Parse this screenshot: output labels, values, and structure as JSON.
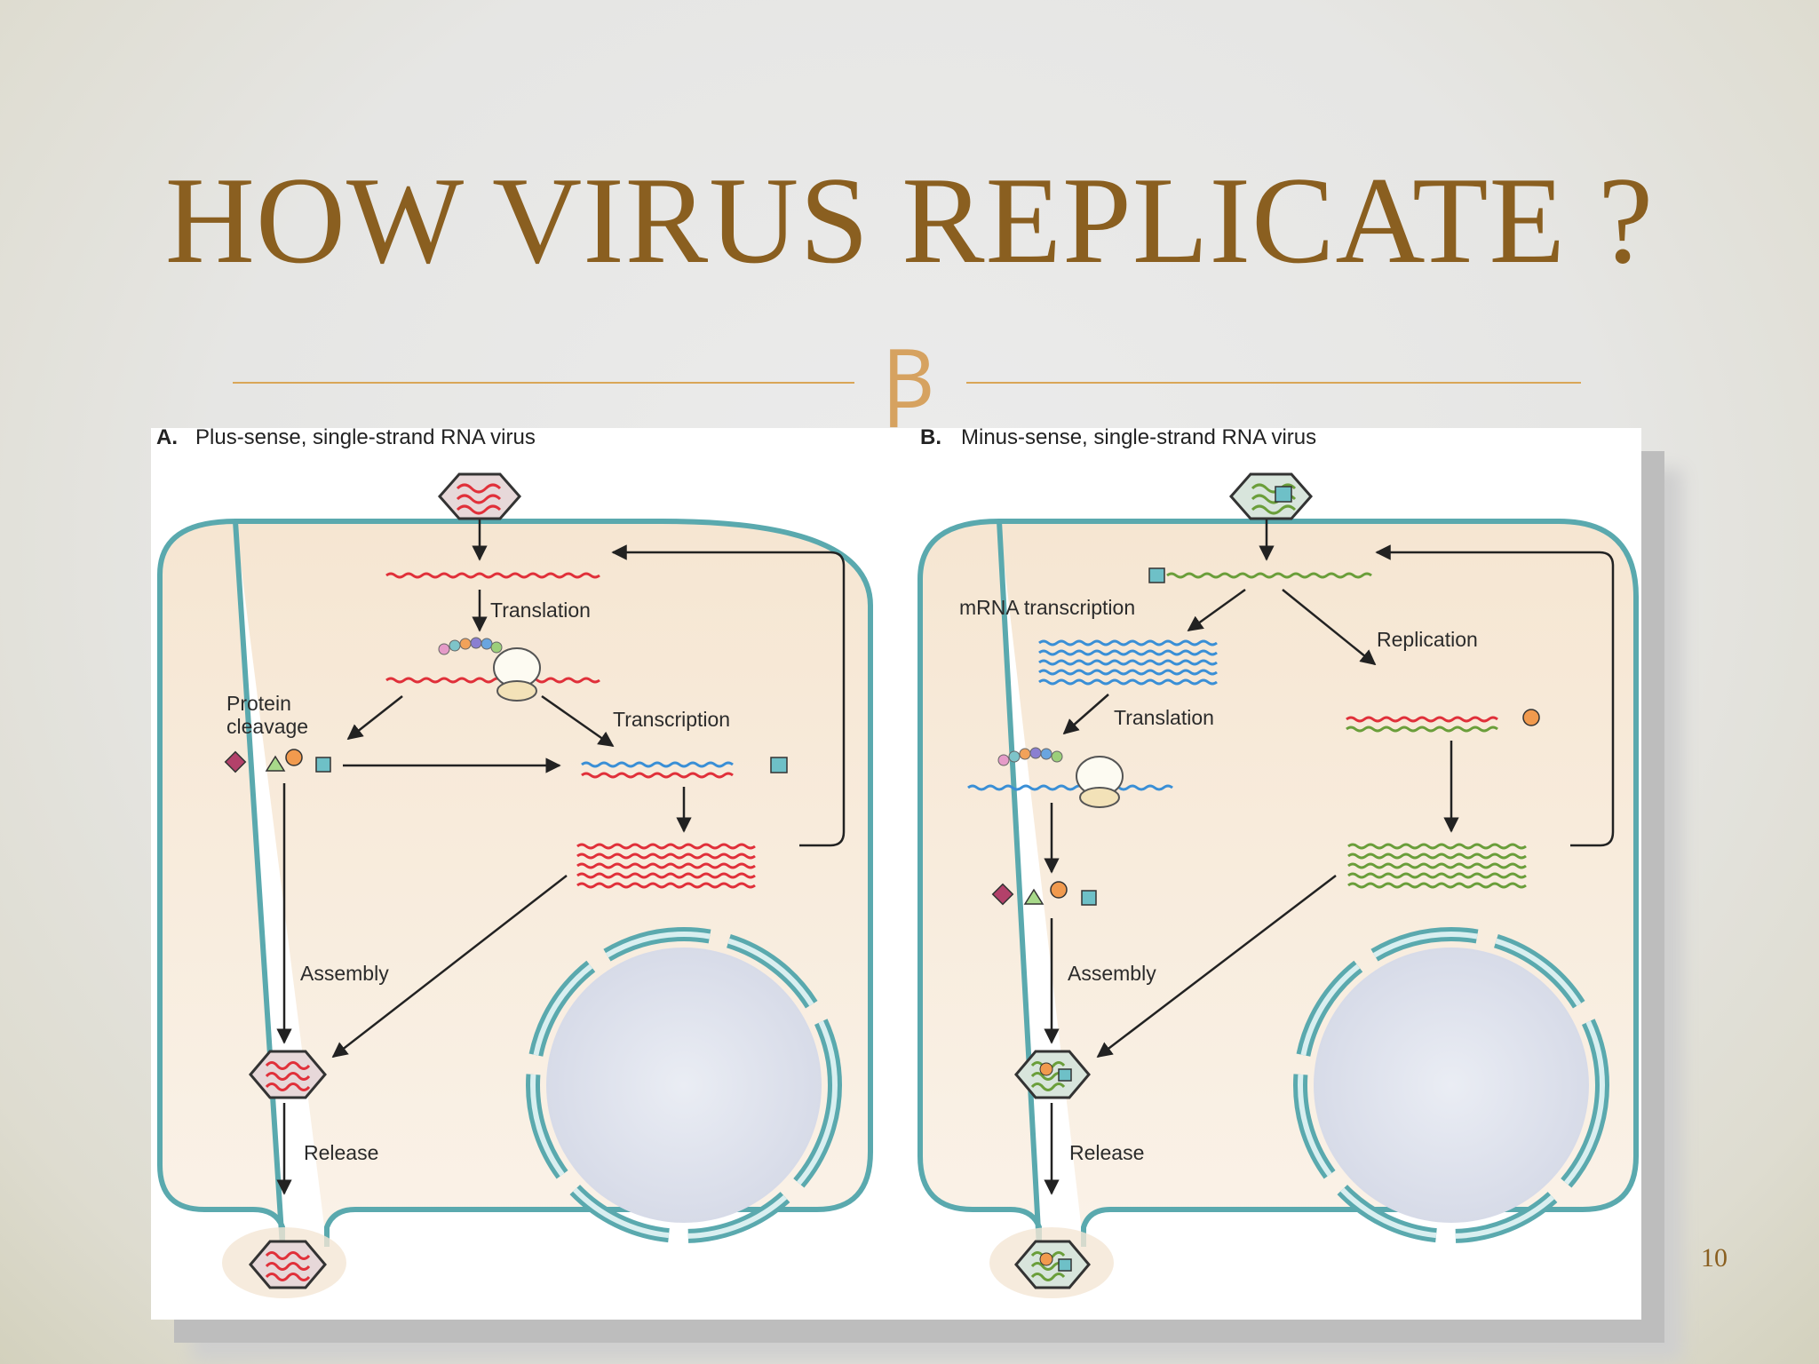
{
  "slide": {
    "title": "HOW VIRUS REPLICATE ?",
    "ornament": "Ꞵ",
    "page_number": "10"
  },
  "colors": {
    "title": "#8a5f20",
    "rule": "#d9a657",
    "membrane": "#5aa9ae",
    "plus_rna": "#e0303a",
    "minus_rna": "#6a9e3a",
    "mrna": "#3a8fd6"
  },
  "panel_a": {
    "letter": "A.",
    "heading": "Plus-sense, single-strand RNA virus",
    "labels": {
      "translation": "Translation",
      "protein": "Protein",
      "cleavage": "cleavage",
      "transcription": "Transcription",
      "assembly": "Assembly",
      "release": "Release"
    }
  },
  "panel_b": {
    "letter": "B.",
    "heading": "Minus-sense, single-strand RNA virus",
    "labels": {
      "mrna_transcription": "mRNA transcription",
      "replication": "Replication",
      "translation": "Translation",
      "assembly": "Assembly",
      "release": "Release"
    }
  },
  "icons": [
    "virion-hexagon-icon",
    "ribosome-icon",
    "protein-shapes-icon",
    "nucleus-icon"
  ]
}
